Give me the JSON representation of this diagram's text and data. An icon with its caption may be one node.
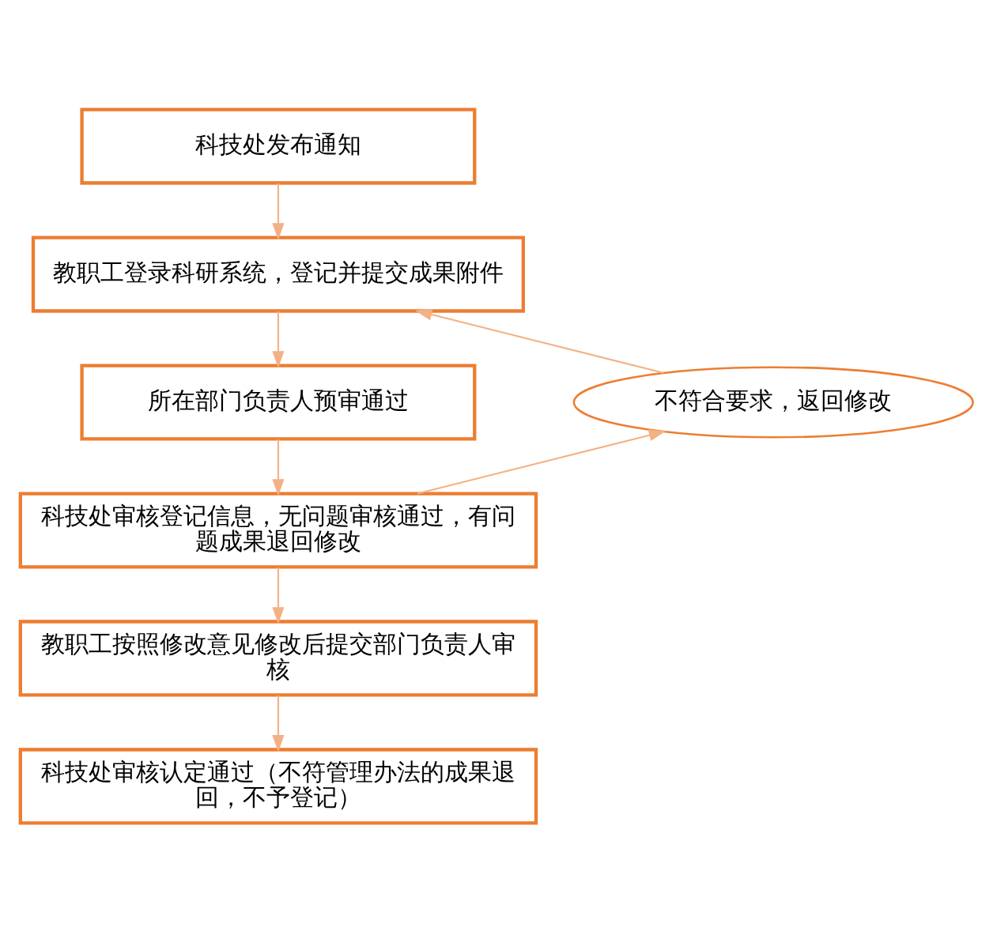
{
  "diagram": {
    "nodes": [
      {
        "text": [
          "科技处发布通知"
        ]
      },
      {
        "text": [
          "教职工登录科研系统，登记并提交成果附件"
        ]
      },
      {
        "text": [
          "所在部门负责人预审通过"
        ]
      },
      {
        "text": [
          "科技处审核登记信息，无问题审核通过，有问题成果退回修改"
        ]
      },
      {
        "text": [
          "教职工按照修改意见修改后提交部门负责人审核"
        ]
      },
      {
        "text": [
          "科技处审核认定通过（不符管理办法的成果退回，不予登记）"
        ]
      },
      {
        "text": [
          "不符合要求，返回修改"
        ]
      }
    ],
    "edges": [
      {
        "from": 0,
        "to": 1,
        "arrow": "to"
      },
      {
        "from": 1,
        "to": 2,
        "arrow": "to"
      },
      {
        "from": 2,
        "to": 3,
        "arrow": "to"
      },
      {
        "from": 3,
        "to": 4,
        "arrow": "to"
      },
      {
        "from": 4,
        "to": 5,
        "arrow": "to"
      },
      {
        "from": 3,
        "to": 6,
        "arrow": "to"
      },
      {
        "from": 6,
        "to": 1,
        "arrow": "to"
      }
    ]
  }
}
